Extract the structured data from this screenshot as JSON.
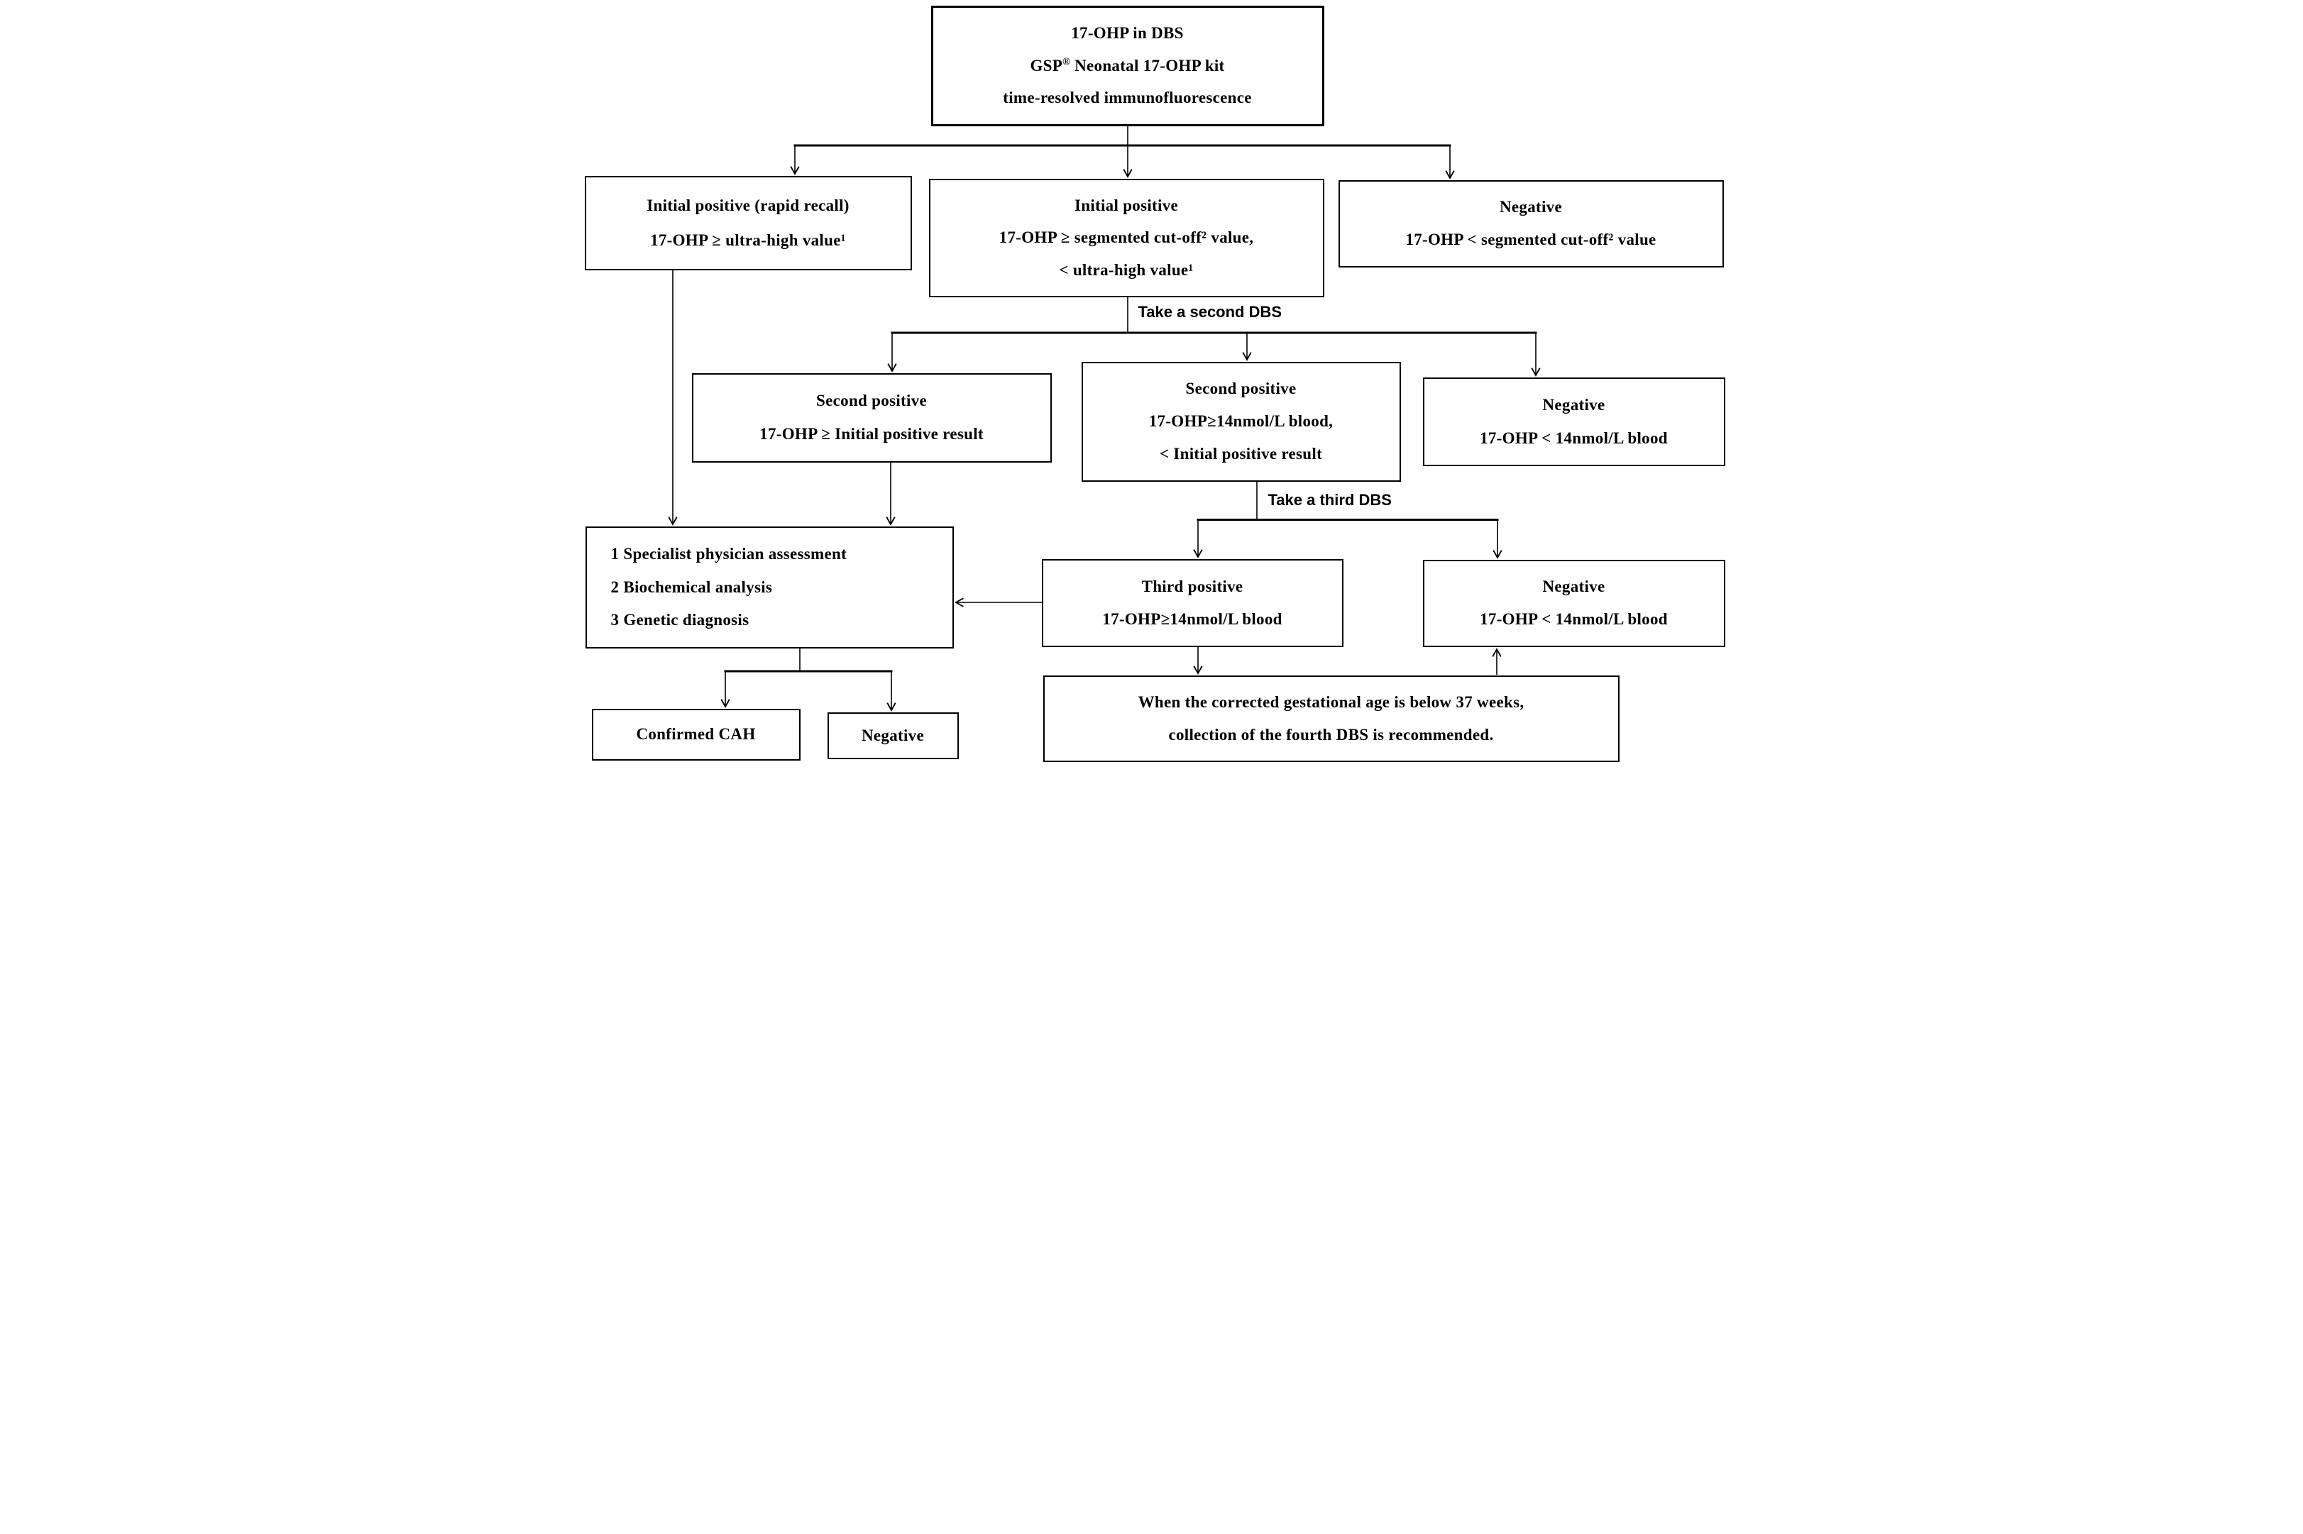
{
  "figure": {
    "background": "#ffffff",
    "line_color": "#000000",
    "text_color": "#000000"
  },
  "labels": {
    "second_dbs": "Take a second DBS",
    "third_dbs": "Take a third DBS"
  },
  "boxes": {
    "source": {
      "l1": "17-OHP in DBS",
      "l2_pre": "GSP",
      "l2_sup": "®",
      "l2_post": " Neonatal 17-OHP kit",
      "l3": "time-resolved immunofluorescence"
    },
    "rapid_recall": {
      "l1": "Initial positive (rapid recall)",
      "l2": "17-OHP ≥ ultra-high value¹"
    },
    "initial_positive": {
      "l1": "Initial positive",
      "l2": "17-OHP ≥ segmented cut-off² value,",
      "l3": "< ultra-high value¹"
    },
    "negative_initial": {
      "l1": "Negative",
      "l2": "17-OHP < segmented cut-off² value"
    },
    "second_positive_high": {
      "l1": "Second positive",
      "l2": "17-OHP ≥ Initial positive result"
    },
    "second_positive_low": {
      "l1": "Second positive",
      "l2": "17-OHP≥14nmol/L blood,",
      "l3": "< Initial positive result"
    },
    "negative_second": {
      "l1": "Negative",
      "l2": "17-OHP < 14nmol/L blood"
    },
    "assessment": {
      "l1": "1 Specialist physician assessment",
      "l2": "2 Biochemical analysis",
      "l3": "3 Genetic diagnosis"
    },
    "third_positive": {
      "l1": "Third positive",
      "l2": "17-OHP≥14nmol/L blood"
    },
    "negative_third": {
      "l1": "Negative",
      "l2": "17-OHP < 14nmol/L blood"
    },
    "fourth_dbs_note": {
      "l1": "When the corrected gestational age is below 37 weeks,",
      "l2": "collection of the fourth DBS is recommended."
    },
    "confirmed_cah": {
      "l1": "Confirmed CAH"
    },
    "negative_final": {
      "l1": "Negative"
    }
  }
}
